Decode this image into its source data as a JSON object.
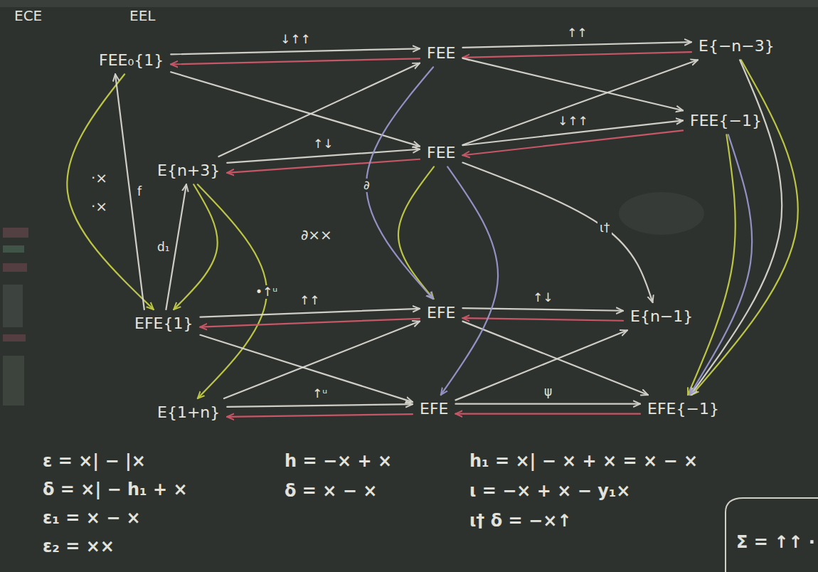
{
  "diagram": {
    "nodes": [
      {
        "text": [
          "FEE₀{1}"
        ]
      },
      {
        "text": [
          "FEE"
        ]
      },
      {
        "text": [
          "E{−n−3}"
        ]
      },
      {
        "text": [
          "FEE{−1}"
        ]
      },
      {
        "text": [
          "E{n+3}"
        ]
      },
      {
        "text": [
          "FEE"
        ]
      },
      {
        "text": [
          "EFE{1}"
        ]
      },
      {
        "text": [
          "EFE"
        ]
      },
      {
        "text": [
          "E{n−1}"
        ]
      },
      {
        "text": [
          "E{1+n}"
        ]
      },
      {
        "text": [
          "EFE"
        ]
      },
      {
        "text": [
          "EFE{−1}"
        ]
      }
    ],
    "edges": [
      {
        "from": 0,
        "to": 1,
        "arrow": "to",
        "label": "↓↑↑"
      },
      {
        "from": 1,
        "to": 0,
        "arrow": "to"
      },
      {
        "from": 0,
        "to": 5,
        "arrow": "to"
      },
      {
        "from": 4,
        "to": 1,
        "arrow": "to"
      },
      {
        "from": 4,
        "to": 5,
        "arrow": "to",
        "label": "↑↓"
      },
      {
        "from": 5,
        "to": 4,
        "arrow": "to"
      },
      {
        "from": 1,
        "to": 2,
        "arrow": "to",
        "label": "↑↑"
      },
      {
        "from": 2,
        "to": 1,
        "arrow": "to"
      },
      {
        "from": 1,
        "to": 3,
        "arrow": "to"
      },
      {
        "from": 5,
        "to": 2,
        "arrow": "to"
      },
      {
        "from": 5,
        "to": 3,
        "arrow": "to",
        "label": "↓↑↑"
      },
      {
        "from": 3,
        "to": 5,
        "arrow": "to"
      },
      {
        "from": 0,
        "to": 6,
        "arrow": "to"
      },
      {
        "from": 6,
        "to": 0,
        "arrow": "to",
        "label": "f"
      },
      {
        "from": 6,
        "to": 4,
        "arrow": "to",
        "label": "d₁"
      },
      {
        "from": 4,
        "to": 9,
        "arrow": "to",
        "label": "•↑ᵘ"
      },
      {
        "from": 4,
        "to": 6,
        "arrow": "to"
      },
      {
        "from": 6,
        "to": 7,
        "arrow": "to",
        "label": "↑↑"
      },
      {
        "from": 7,
        "to": 6,
        "arrow": "to"
      },
      {
        "from": 6,
        "to": 10,
        "arrow": "to"
      },
      {
        "from": 9,
        "to": 7,
        "arrow": "to"
      },
      {
        "from": 9,
        "to": 10,
        "arrow": "to",
        "label": "↑ᵘ"
      },
      {
        "from": 10,
        "to": 9,
        "arrow": "to"
      },
      {
        "from": 7,
        "to": 8,
        "arrow": "to",
        "label": "↑↓"
      },
      {
        "from": 8,
        "to": 7,
        "arrow": "to"
      },
      {
        "from": 7,
        "to": 11,
        "arrow": "to"
      },
      {
        "from": 10,
        "to": 8,
        "arrow": "to"
      },
      {
        "from": 10,
        "to": 11,
        "arrow": "to",
        "label": "ψ"
      },
      {
        "from": 11,
        "to": 10,
        "arrow": "to"
      },
      {
        "from": 5,
        "to": 7,
        "arrow": "to"
      },
      {
        "from": 5,
        "to": 10,
        "arrow": "to"
      },
      {
        "from": 5,
        "to": 8,
        "arrow": "to",
        "label": "ι†"
      },
      {
        "from": 1,
        "to": 7,
        "arrow": "to",
        "label": "∂"
      },
      {
        "from": 2,
        "to": 11,
        "arrow": "to"
      },
      {
        "from": 2,
        "to": 11,
        "arrow": "to"
      },
      {
        "from": 3,
        "to": 11,
        "arrow": "to"
      },
      {
        "from": 3,
        "to": 11,
        "arrow": "to"
      }
    ],
    "labels": [
      "ECE",
      "EEL",
      "·×",
      "·×",
      "∂××",
      "ε = ×| − |×",
      "δ = ×| − h₁ + ×",
      "ε₁ = × − ×",
      "ε₂ = ××",
      "h = −× + ×",
      "δ = × − ×",
      "h₁ = ×| − × + × = × − ×",
      "ι = −× + × − y₁×",
      "ι† δ = −×↑",
      "Σ = ↑↑ ·"
    ]
  }
}
